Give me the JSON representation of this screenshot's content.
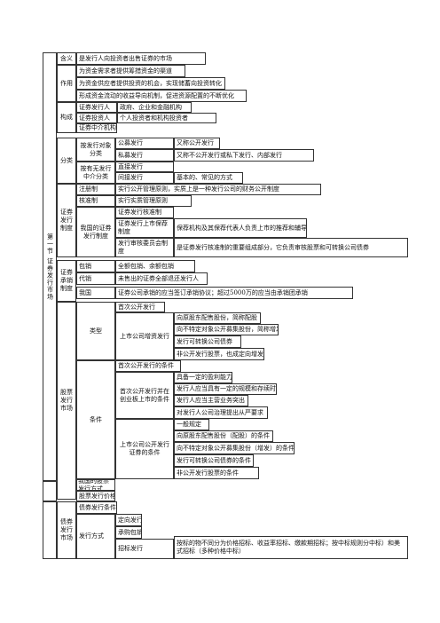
{
  "section": "第一节 证券发行市场",
  "rows": {
    "meaning_label": "含义",
    "meaning": "是发行人向投资者出售证券的市场",
    "function_label": "作用",
    "functions": [
      "为资金需求者提供筹措资金的渠道",
      "为资金供应者提供投资的机会，实现储蓄向投资转化",
      "形成资金流动的收益导向机制，促进资源配置的不断优化"
    ],
    "composition_label": "构成",
    "composition": [
      {
        "name": "证券发行人",
        "desc": "政府、企业和金融机构"
      },
      {
        "name": "证券投资人",
        "desc": "个人投资者和机构投资者"
      },
      {
        "name": "证券中介机构",
        "desc": ""
      }
    ],
    "classification_label": "分类",
    "by_target_label": "按发行对象分类",
    "public_offer": "公募发行",
    "public_offer_desc": "又称公开发行",
    "private_offer": "私募发行",
    "private_offer_desc": "又称不公开发行或私下发行、内部发行",
    "by_intermediary_label": "按有无发行中介分类",
    "direct_offer": "直接发行",
    "indirect_offer": "间接发行",
    "indirect_offer_desc": "基本的、常见的方式",
    "system_label": "证券发行制度",
    "registration": "注册制",
    "registration_desc": "实行公开管理原则，实质上是一种发行公司的财务公开制度",
    "approval": "核准制",
    "approval_desc": "实行实质管理原则",
    "china_system_label": "我国的证券发行制度",
    "china_items": [
      {
        "name": "证券发行核准制",
        "desc": ""
      },
      {
        "name": "证券发行上市保荐制度",
        "desc": "保荐机构及其保荐代表人负责上市的推荐和辅导"
      },
      {
        "name": "发行审核委员会制度",
        "desc": "是证券发行核准制的重要组成部分，它负责审核股票和可转换公司债券"
      }
    ],
    "underwriting_label": "证券承销制度",
    "underwrite_items": [
      {
        "name": "包销",
        "desc": "全额包销、余额包销"
      },
      {
        "name": "代销",
        "desc": "未售出的证券全部退还发行人"
      },
      {
        "name": "我国",
        "desc": "证券公司承销的应当签订承销协议；超过5000万的应当由承销团承销"
      }
    ],
    "stock_market_label": "股票发行市场",
    "type_label": "类型",
    "ipo": "首次公开发行",
    "seo_label": "上市公司增资发行",
    "seo_items": [
      "向原股东配售股份，简称配股",
      "向不特定对象公开募集股份，简称增发",
      "发行可转换公司债券",
      "非公开发行股票，也成定向增发"
    ],
    "condition_label": "条件",
    "ipo_condition": "首次公开发行的条件",
    "gem_label": "首次公开发行并在创业板上市的条件",
    "gem_items": [
      "具备一定的盈利能力",
      "发行人应当具有一定的规模和存续时间",
      "发行人应当主营业务突出",
      "对发行人公司治理提出从严要求"
    ],
    "listed_label": "上市公司公开发行证券的条件",
    "listed_items": [
      "一般规定",
      "向原股东配售股份（配股）的条件",
      "向不特定对象公开募集股份（增发）的条件",
      "发行可转换公司债券的条件",
      "非公开发行股票的条件"
    ],
    "stock_method": "我国的股票发行方式",
    "stock_price": "股票发行价格",
    "bond_market_label": "债券发行市场",
    "bond_condition": "债券发行条件",
    "bond_method_label": "发行方式",
    "fixed_issue": "定向发行",
    "underwrite_syndicate": "承购包销",
    "tender_issue": "招标发行",
    "tender_desc": "按标的物不同分为价格招标、收益率招标、缴款期招标；按中标规则分中标）和美式招标（多种价格中标）"
  }
}
